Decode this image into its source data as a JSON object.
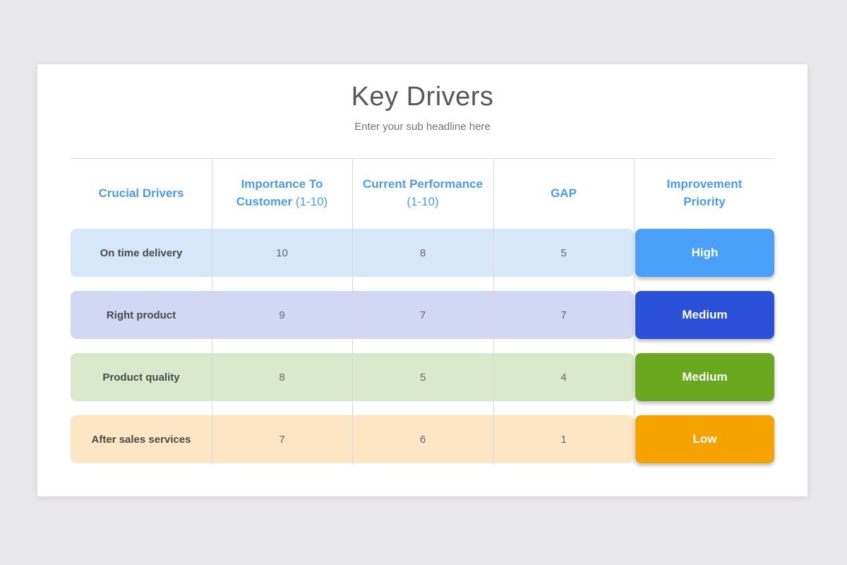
{
  "page": {
    "background": "#e8e7e9"
  },
  "slide": {
    "title": "Key Drivers",
    "subtitle": "Enter your sub headline here"
  },
  "table": {
    "header_color": "#4a9bf5",
    "grid_line_color": "#d8d8d8",
    "columns": [
      {
        "title": "Crucial Drivers",
        "suffix": ""
      },
      {
        "title": "Importance To Customer",
        "suffix": "(1-10)"
      },
      {
        "title": "Current Performance",
        "suffix": "(1-10)"
      },
      {
        "title": "GAP",
        "suffix": ""
      },
      {
        "title": "Improvement Priority",
        "suffix": ""
      }
    ],
    "rows": [
      {
        "label": "On time delivery",
        "importance": "10",
        "performance": "8",
        "gap": "5",
        "priority": "High",
        "row_color": "#d5e7f9",
        "priority_color": "#4aa0f6"
      },
      {
        "label": "Right product",
        "importance": "9",
        "performance": "7",
        "gap": "7",
        "priority": "Medium",
        "row_color": "#d2d7f3",
        "priority_color": "#2b51d8"
      },
      {
        "label": "Product quality",
        "importance": "8",
        "performance": "5",
        "gap": "4",
        "priority": "Medium",
        "row_color": "#dae8cc",
        "priority_color": "#69a81f"
      },
      {
        "label": "After sales services",
        "importance": "7",
        "performance": "6",
        "gap": "1",
        "priority": "Low",
        "row_color": "#fce6c3",
        "priority_color": "#f6a201"
      }
    ]
  }
}
